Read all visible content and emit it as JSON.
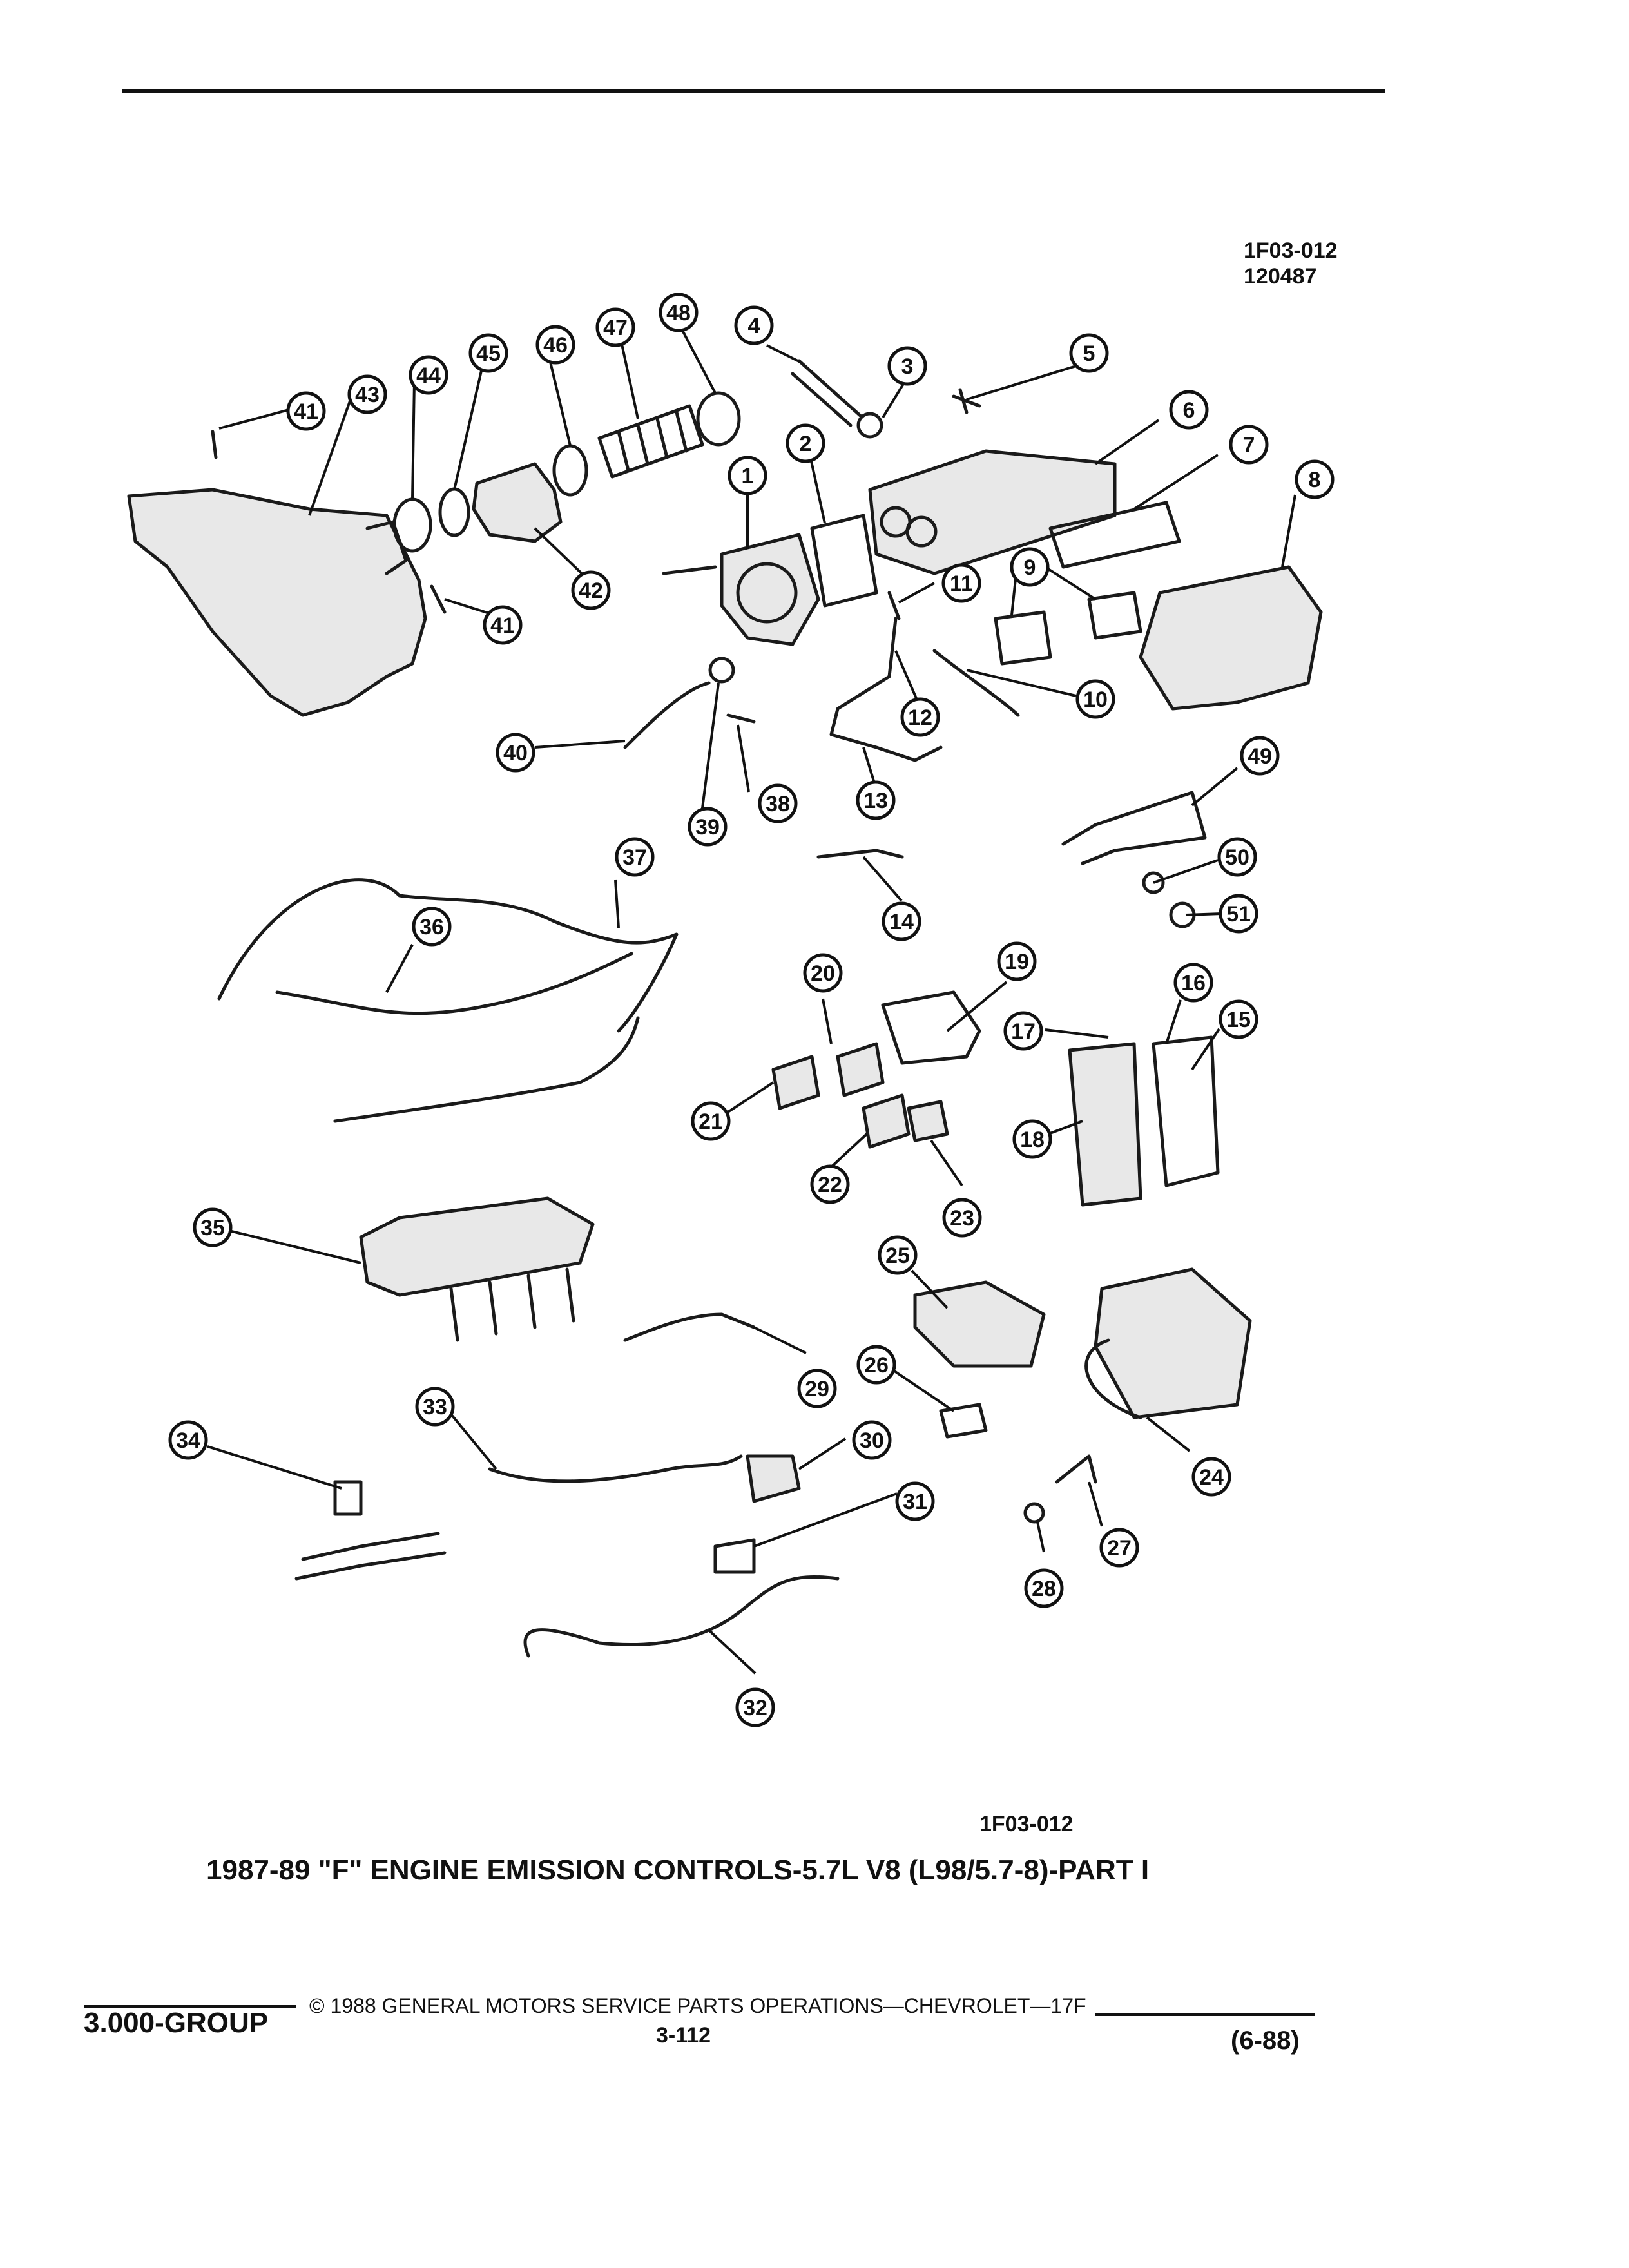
{
  "figure_code": "1F03-012",
  "figure_date": "120487",
  "figure_code_bottom": "1F03-012",
  "caption": "1987-89 \"F\" ENGINE EMISSION CONTROLS-5.7L V8 (L98/5.7-8)-PART I",
  "footer": {
    "group": "3.000-GROUP",
    "copyright": "© 1988 GENERAL MOTORS SERVICE PARTS OPERATIONS—CHEVROLET—17F",
    "page_number": "3-112",
    "revision": "(6-88)"
  },
  "callouts": [
    {
      "label": "1"
    },
    {
      "label": "2"
    },
    {
      "label": "3"
    },
    {
      "label": "4"
    },
    {
      "label": "5"
    },
    {
      "label": "6"
    },
    {
      "label": "7"
    },
    {
      "label": "8"
    },
    {
      "label": "9"
    },
    {
      "label": "10"
    },
    {
      "label": "11"
    },
    {
      "label": "12"
    },
    {
      "label": "13"
    },
    {
      "label": "14"
    },
    {
      "label": "15"
    },
    {
      "label": "16"
    },
    {
      "label": "17"
    },
    {
      "label": "18"
    },
    {
      "label": "19"
    },
    {
      "label": "20"
    },
    {
      "label": "21"
    },
    {
      "label": "22"
    },
    {
      "label": "23"
    },
    {
      "label": "24"
    },
    {
      "label": "25"
    },
    {
      "label": "26"
    },
    {
      "label": "27"
    },
    {
      "label": "28"
    },
    {
      "label": "29"
    },
    {
      "label": "30"
    },
    {
      "label": "31"
    },
    {
      "label": "32"
    },
    {
      "label": "33"
    },
    {
      "label": "34"
    },
    {
      "label": "35"
    },
    {
      "label": "36"
    },
    {
      "label": "37"
    },
    {
      "label": "38"
    },
    {
      "label": "39"
    },
    {
      "label": "40"
    },
    {
      "label": "41"
    },
    {
      "label": "41"
    },
    {
      "label": "42"
    },
    {
      "label": "43"
    },
    {
      "label": "44"
    },
    {
      "label": "45"
    },
    {
      "label": "46"
    },
    {
      "label": "47"
    },
    {
      "label": "48"
    },
    {
      "label": "49"
    },
    {
      "label": "50"
    },
    {
      "label": "51"
    }
  ]
}
